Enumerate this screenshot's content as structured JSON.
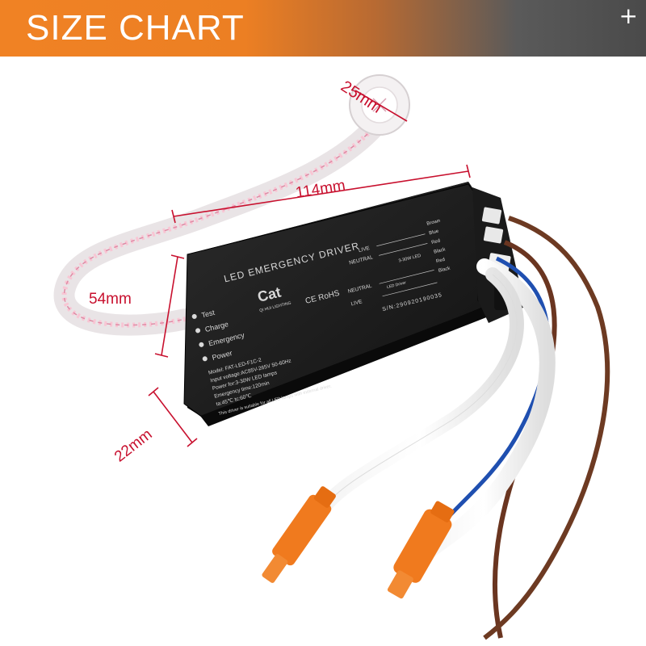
{
  "banner": {
    "title": "SIZE CHART",
    "icon": "plus-icon",
    "colors": {
      "start": "#f08224",
      "end": "#4a4a4a"
    }
  },
  "dimensions": {
    "sensor_diameter": "25mm",
    "length": "114mm",
    "width": "54mm",
    "height": "22mm",
    "color": "#c8102e"
  },
  "product_label": {
    "title": "LED EMERGENCY DRIVER",
    "indicators": [
      "Test",
      "Charge",
      "Emergency",
      "Power"
    ],
    "brand": "Cat",
    "brand_sub": "QI HUI LIGHTING",
    "certs": "CE  RoHS",
    "specs": [
      "Model: FAT-LED-F1C-2",
      "Input voltage:AC85V-265V 50-60Hz",
      "Power for:3-30W LED lamps",
      "Emergency time:120min",
      "ta:45℃   tc:60℃"
    ],
    "note": "This driver is suitable for all LED lamps with external driver.",
    "wiring": {
      "left": [
        "LIVE",
        "NEUTRAL",
        "NEUTRAL",
        "LIVE"
      ],
      "right": [
        "Brown",
        "Blue",
        "Red",
        "Black",
        "Red",
        "Black"
      ],
      "led": "3-30W LED",
      "driver": "LED Driver"
    },
    "serial": "S/N:290920190035"
  }
}
